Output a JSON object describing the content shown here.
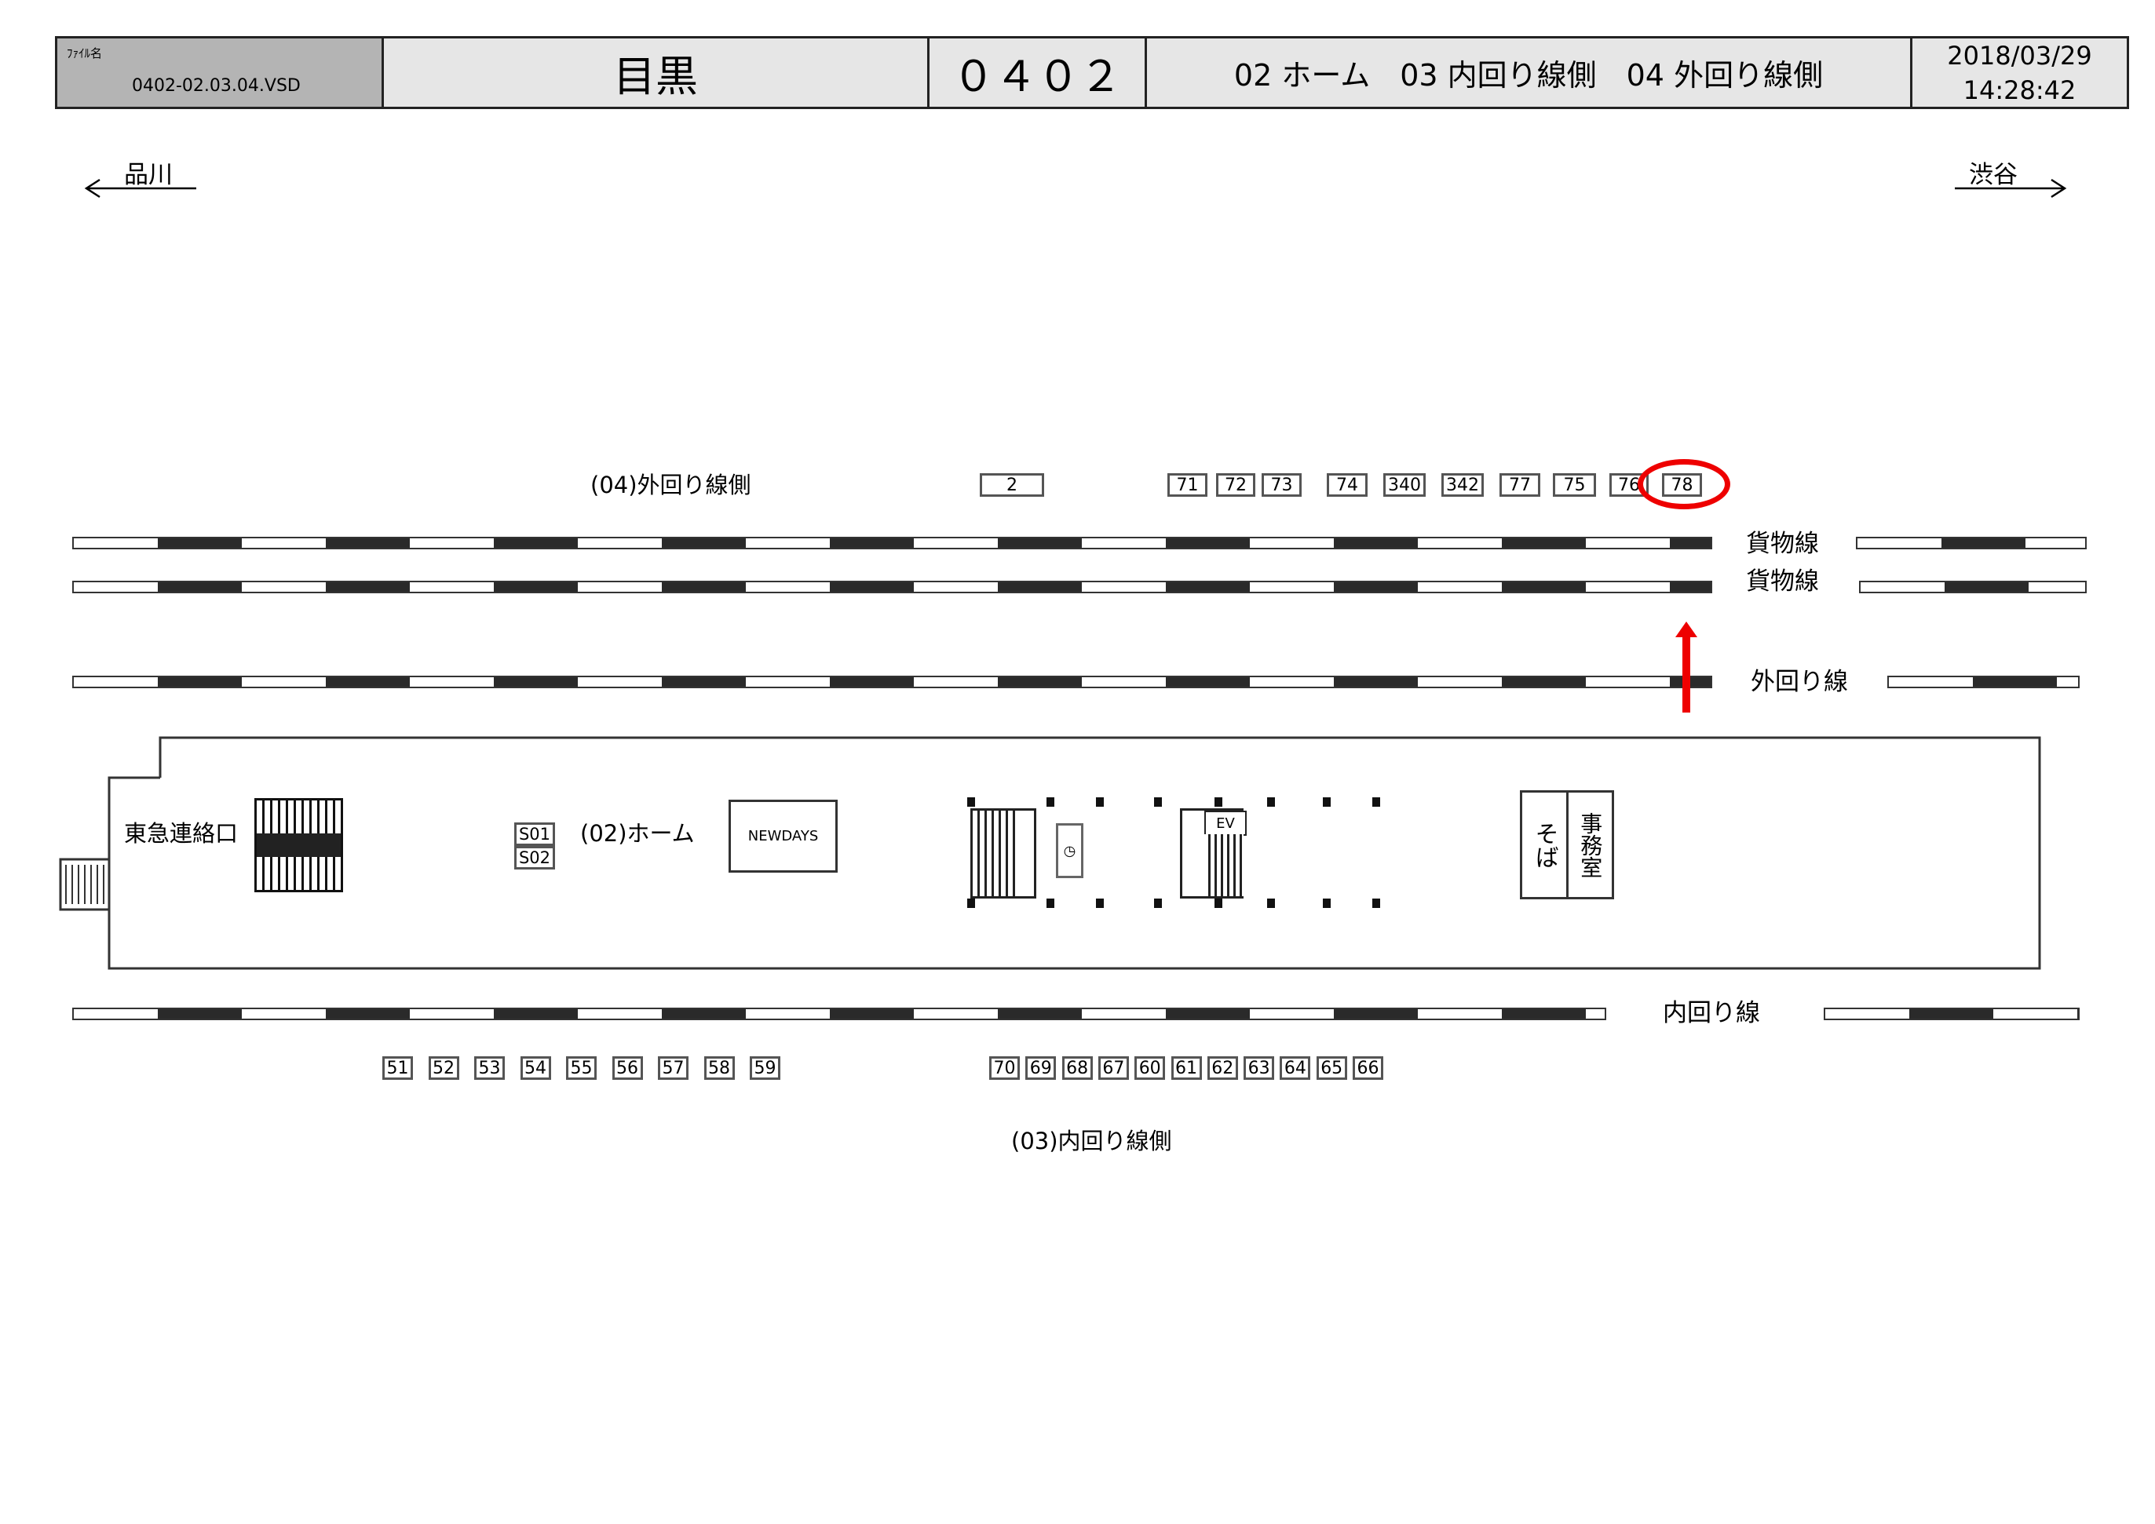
{
  "header": {
    "file_label": "ﾌｧｲﾙ名",
    "file_name": "0402-02.03.04.VSD",
    "station": "目黒",
    "code": "０４０２",
    "lines": "02 ホーム　03 内回り線側　04 外回り線側",
    "date": "2018/03/29",
    "time": "14:28:42"
  },
  "directions": {
    "left": "品川",
    "right": "渋谷"
  },
  "labels": {
    "outer_side": "(04)外回り線側",
    "inner_side": "(03)内回り線側",
    "freight1": "貨物線",
    "freight2": "貨物線",
    "outer_line": "外回り線",
    "inner_line": "内回り線",
    "tokyu": "東急連絡口",
    "home": "(02)ホーム",
    "newdays": "NEWDAYS",
    "soba": "そば",
    "office": "事務室",
    "ev": "EV",
    "s01": "S01",
    "s02": "S02"
  },
  "top_boxes": [
    "2",
    "71",
    "72",
    "73",
    "74",
    "340",
    "342",
    "77",
    "75",
    "76",
    "78"
  ],
  "bottom_boxes_left": [
    "51",
    "52",
    "53",
    "54",
    "55",
    "56",
    "57",
    "58",
    "59"
  ],
  "bottom_boxes_right": [
    "70",
    "69",
    "68",
    "67",
    "60",
    "61",
    "62",
    "63",
    "64",
    "65",
    "66"
  ],
  "highlight": {
    "box": "78",
    "color": "#ee0000"
  }
}
